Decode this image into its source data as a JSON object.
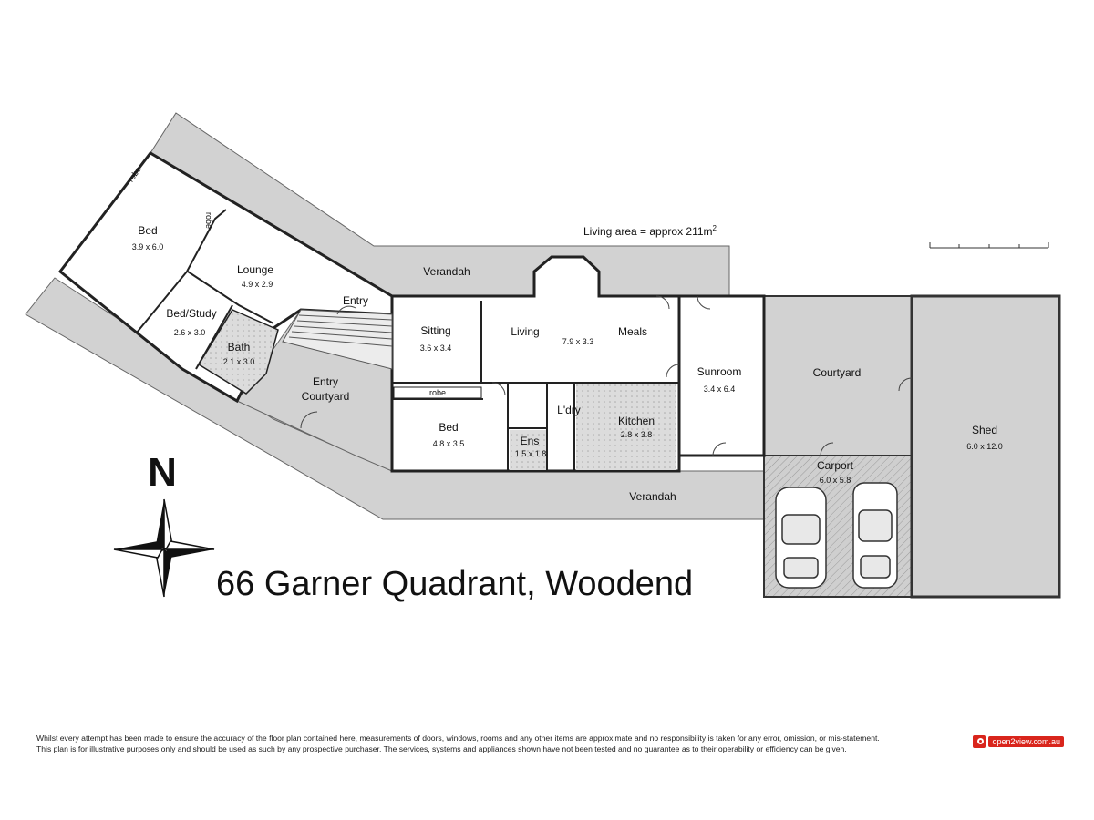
{
  "title": "66 Garner Quadrant, Woodend",
  "north_label": "N",
  "living_area": {
    "label": "Living area = approx 211m",
    "superscript": "2"
  },
  "rooms": [
    {
      "id": "bed1",
      "name": "Bed",
      "dims": "3.9 x 6.0"
    },
    {
      "id": "lounge",
      "name": "Lounge",
      "dims": "4.9 x 2.9"
    },
    {
      "id": "bedstudy",
      "name": "Bed/Study",
      "dims": "2.6 x 3.0"
    },
    {
      "id": "bath",
      "name": "Bath",
      "dims": "2.1 x 3.0"
    },
    {
      "id": "entry",
      "name": "Entry",
      "dims": ""
    },
    {
      "id": "sitting",
      "name": "Sitting",
      "dims": "3.6 x 3.4"
    },
    {
      "id": "living",
      "name": "Living",
      "dims": ""
    },
    {
      "id": "livmeals",
      "name": "",
      "dims": "7.9 x 3.3"
    },
    {
      "id": "meals",
      "name": "Meals",
      "dims": ""
    },
    {
      "id": "sunroom",
      "name": "Sunroom",
      "dims": "3.4 x 6.4"
    },
    {
      "id": "courtyard",
      "name": "Courtyard",
      "dims": ""
    },
    {
      "id": "shed",
      "name": "Shed",
      "dims": "6.0 x 12.0"
    },
    {
      "id": "bed2",
      "name": "Bed",
      "dims": "4.8 x 3.5"
    },
    {
      "id": "ens",
      "name": "Ens",
      "dims": "1.5 x 1.8"
    },
    {
      "id": "ldry",
      "name": "L'dry",
      "dims": ""
    },
    {
      "id": "kitchen",
      "name": "Kitchen",
      "dims": "2.8 x 3.8"
    },
    {
      "id": "carport",
      "name": "Carport",
      "dims": "6.0 x 5.8"
    },
    {
      "id": "verandah_top",
      "name": "Verandah",
      "dims": ""
    },
    {
      "id": "verandah_bottom",
      "name": "Verandah",
      "dims": ""
    },
    {
      "id": "entry_courtyard",
      "name": "Entry Courtyard",
      "dims": ""
    }
  ],
  "entry_courtyard_lines": [
    "Entry",
    "Courtyard"
  ],
  "robes": [
    "robe",
    "robe",
    "robe"
  ],
  "disclaimer": [
    "Whilst every attempt has been made to ensure the accuracy of the floor plan contained here, measurements of doors, windows, rooms and any other items are approximate and no responsibility is taken for any error, omission, or mis-statement.",
    "This plan is for illustrative purposes only and should be used as such by any prospective purchaser. The services, systems and appliances shown have not been tested and no guarantee as to their operability or efficiency can be given."
  ],
  "logo_text": "open2view.com.au",
  "colors": {
    "outdoor_fill": "#d2d2d2",
    "wall": "#222222",
    "logo_red": "#d9251c"
  }
}
